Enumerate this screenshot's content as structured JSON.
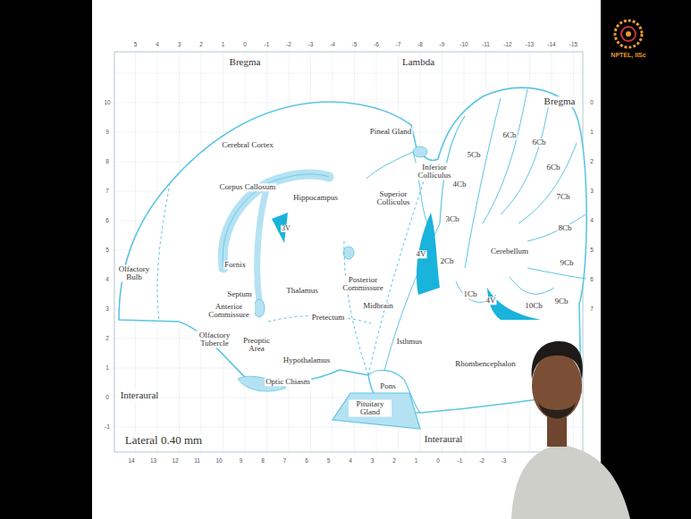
{
  "diagram": {
    "labels": [
      "Bregma",
      "Lambda",
      "Bregma",
      "Cerebral Cortex",
      "Pineal Gland",
      "Corpus Callosum",
      "Hippocampus",
      "Superior Colliculus",
      "Inferior Colliculus",
      "5Cb",
      "6Cb",
      "6Cb",
      "6Cb",
      "7Cb",
      "4Cb",
      "3Cb",
      "8Cb",
      "3V",
      "Fornix",
      "Posterior Commissure",
      "4V",
      "2Cb",
      "Cerebellum",
      "9Cb",
      "Olfactory Bulb",
      "Septum",
      "Thalamus",
      "Midbrain",
      "Anterior Commissure",
      "Pretectum",
      "1Cb",
      "4V",
      "10Cb",
      "9Cb",
      "Olfactory Tubercle",
      "Preoptic Area",
      "Hypothalamus",
      "Isthmus",
      "Rhombencephalon",
      "Optic Chiasm",
      "Pons",
      "Pituitary Gland",
      "Interaural",
      "Interaural",
      "Lateral 0.40 mm",
      "NPTEL, IISc",
      "5",
      "4",
      "3",
      "2",
      "1",
      "0",
      "-1",
      "-2",
      "-3",
      "-4",
      "-5",
      "-6",
      "-7",
      "-8",
      "-9",
      "-10",
      "-11",
      "-12",
      "-13",
      "-14",
      "-15",
      "14",
      "13",
      "12",
      "11",
      "10",
      "9",
      "8",
      "7",
      "6",
      "5",
      "4",
      "3",
      "2",
      "1",
      "0",
      "-1",
      "-2",
      "-3",
      "10",
      "9",
      "8",
      "7",
      "6",
      "5",
      "4",
      "3",
      "2",
      "1",
      "0",
      "-1",
      "0",
      "1",
      "2",
      "3",
      "4",
      "5",
      "6",
      "7"
    ]
  }
}
